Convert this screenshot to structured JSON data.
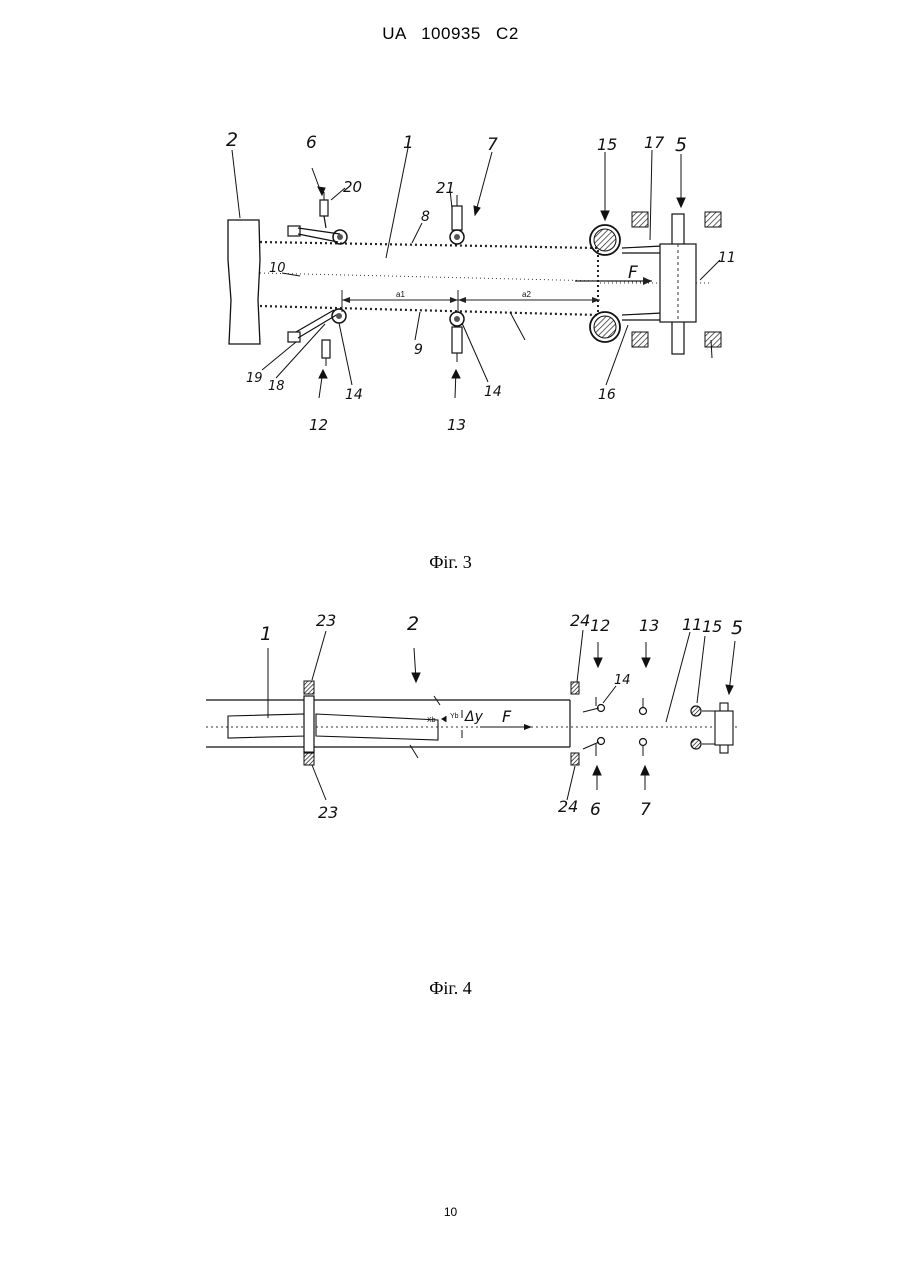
{
  "header": {
    "text": "UA 100935 C2"
  },
  "figure3": {
    "caption": "Фіг. 3",
    "labels": {
      "l2": "2",
      "l6": "6",
      "l1": "1",
      "l7": "7",
      "l15": "15",
      "l17": "17",
      "l5": "5",
      "l20": "20",
      "l21": "21",
      "l8": "8",
      "l10": "10",
      "l11": "11",
      "lF": "F",
      "la1": "a1",
      "la2": "a2",
      "l9": "9",
      "l19": "19",
      "l18": "18",
      "l14a": "14",
      "l14b": "14",
      "l16": "16",
      "l12": "12",
      "l13": "13"
    }
  },
  "figure4": {
    "caption": "Фіг. 4",
    "labels": {
      "l1": "1",
      "l23top": "23",
      "l2": "2",
      "l24top": "24",
      "l12": "12",
      "l13": "13",
      "l11": "11",
      "l15": "15",
      "l5": "5",
      "l14": "14",
      "lxb": "Xb",
      "lyb": "Yb",
      "ldy": "Δy",
      "lF": "F",
      "l23bot": "23",
      "l24bot": "24",
      "l6": "6",
      "l7": "7"
    }
  },
  "page_number": "10"
}
